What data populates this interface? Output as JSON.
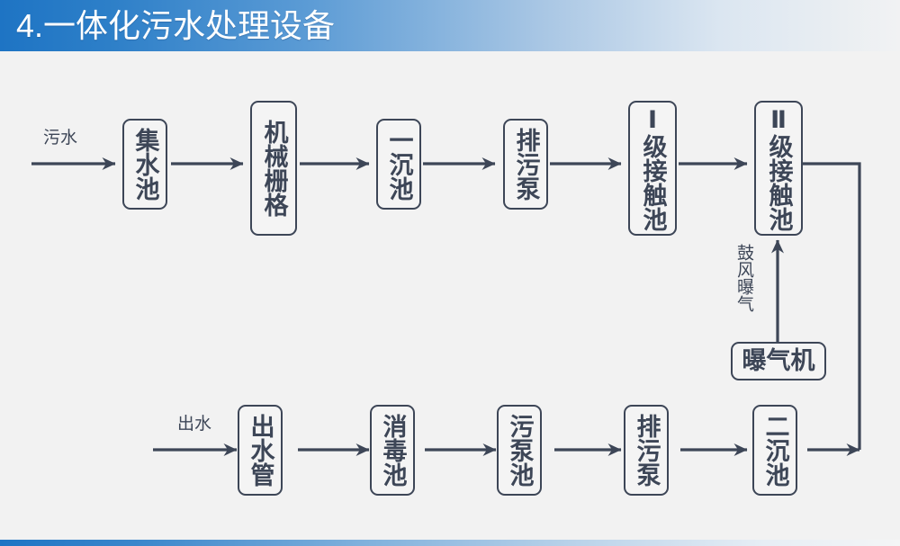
{
  "header": {
    "title": "4.一体化污水处理设备",
    "accent_color": "#1e74c4",
    "text_color": "#ffffff"
  },
  "footer": {
    "accent_color": "#1e74c4"
  },
  "canvas": {
    "background": "#f2f2f2",
    "line_color": "#3d4657",
    "node_fill": "#f4f4f4"
  },
  "diagram": {
    "type": "process-flow",
    "title": "一体化污水处理设备",
    "inlet_label": "污水",
    "outlet_label": "出水",
    "aeration_label": "鼓风曝气",
    "nodes": [
      {
        "id": "n1",
        "label": "集水池",
        "row": "top",
        "orientation": "vertical"
      },
      {
        "id": "n2",
        "label": "机械栅格",
        "row": "top",
        "orientation": "vertical"
      },
      {
        "id": "n3",
        "label": "一沉池",
        "row": "top",
        "orientation": "vertical"
      },
      {
        "id": "n4",
        "label": "排污泵",
        "row": "top",
        "orientation": "vertical"
      },
      {
        "id": "n5",
        "label": "Ⅰ级接触池",
        "row": "top",
        "orientation": "vertical"
      },
      {
        "id": "n6",
        "label": "Ⅱ级接触池",
        "row": "top",
        "orientation": "vertical"
      },
      {
        "id": "n7",
        "label": "曝气机",
        "row": "middle",
        "orientation": "horizontal"
      },
      {
        "id": "n8",
        "label": "二沉池",
        "row": "bottom",
        "orientation": "vertical"
      },
      {
        "id": "n9",
        "label": "排污泵",
        "row": "bottom",
        "orientation": "vertical"
      },
      {
        "id": "n10",
        "label": "污泵池",
        "row": "bottom",
        "orientation": "vertical"
      },
      {
        "id": "n11",
        "label": "消毒池",
        "row": "bottom",
        "orientation": "vertical"
      },
      {
        "id": "n12",
        "label": "出水管",
        "row": "bottom",
        "orientation": "vertical"
      }
    ],
    "flow_sequence": [
      "污水",
      "集水池",
      "机械栅格",
      "一沉池",
      "排污泵",
      "Ⅰ级接触池",
      "Ⅱ级接触池",
      "二沉池",
      "排污泵",
      "污泵池",
      "消毒池",
      "出水管",
      "出水"
    ]
  }
}
